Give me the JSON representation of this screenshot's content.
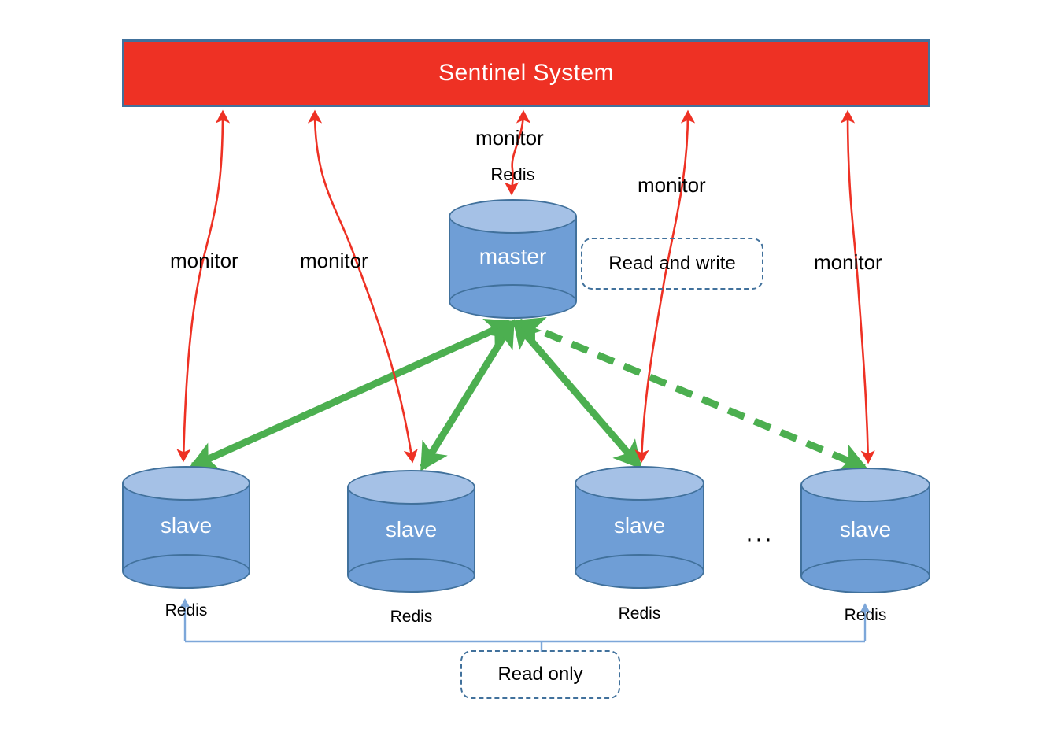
{
  "diagram": {
    "title": "Redis Sentinel master-slave architecture",
    "background": "#ffffff"
  },
  "colors": {
    "sentinel_fill": "#ee3124",
    "sentinel_border": "#41719c",
    "cylinder_body": "#6f9ed6",
    "cylinder_cap": "#a5c1e6",
    "cylinder_stroke": "#41719c",
    "monitor_arrow": "#ee3124",
    "replication_arrow": "#4caf50",
    "read_only_line": "#7da7d9",
    "callout_border": "#41719c",
    "text_on_shape": "#ffffff",
    "text_plain": "#000000"
  },
  "sentinel": {
    "label": "Sentinel System"
  },
  "master": {
    "label": "master",
    "tech_label": "Redis"
  },
  "slaves": [
    {
      "label": "slave",
      "tech_label": "Redis"
    },
    {
      "label": "slave",
      "tech_label": "Redis"
    },
    {
      "label": "slave",
      "tech_label": "Redis"
    },
    {
      "label": "slave",
      "tech_label": "Redis"
    }
  ],
  "ellipsis": "···",
  "callouts": {
    "read_and_write": "Read and write",
    "read_only": "Read only"
  },
  "monitor_labels": [
    {
      "text": "monitor",
      "target": "slave-1"
    },
    {
      "text": "monitor",
      "target": "slave-2"
    },
    {
      "text": "monitor",
      "target": "master"
    },
    {
      "text": "monitor",
      "target": "slave-3"
    },
    {
      "text": "monitor",
      "target": "slave-4"
    }
  ],
  "edges": {
    "monitor_count": 5,
    "monitor_style": "thin red double-headed curve",
    "replication_count": 4,
    "replication_style": "thick green double-headed line",
    "replication_dashed_index": 3,
    "read_only_style": "light blue bracket"
  }
}
